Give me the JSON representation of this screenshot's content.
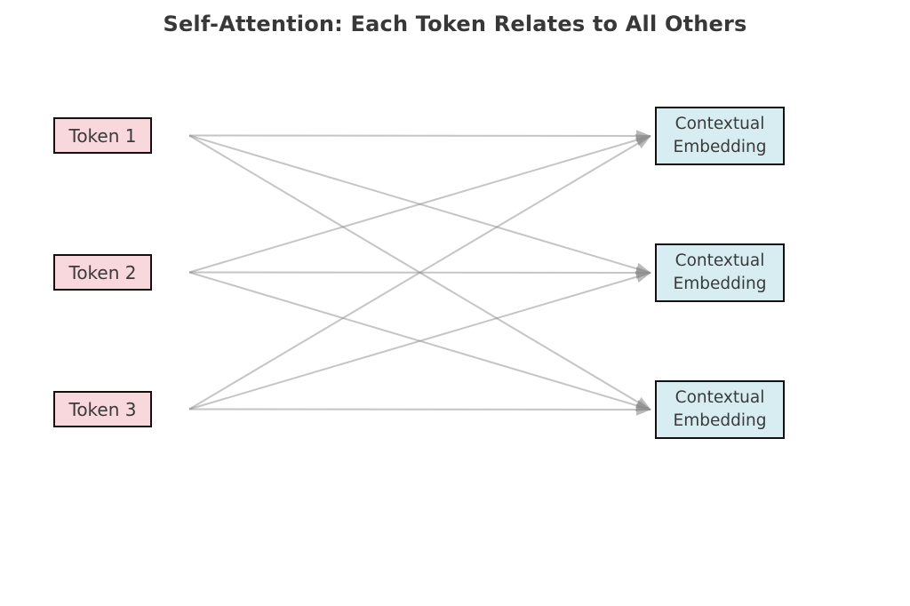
{
  "title": "Self-Attention: Each Token Relates to All Others",
  "colors": {
    "background": "#ffffff",
    "title_text": "#383838",
    "box_text": "#3a3a3a",
    "token_fill": "#f8d8dc",
    "token_border": "#111111",
    "embedding_fill": "#d8edf2",
    "embedding_border": "#111111",
    "arrow": "#8c8c8c"
  },
  "tokens": [
    {
      "label": "Token 1"
    },
    {
      "label": "Token 2"
    },
    {
      "label": "Token 3"
    }
  ],
  "embeddings": [
    {
      "line1": "Contextual",
      "line2": "Embedding"
    },
    {
      "line1": "Contextual",
      "line2": "Embedding"
    },
    {
      "line1": "Contextual",
      "line2": "Embedding"
    }
  ],
  "connections": [
    [
      0,
      0
    ],
    [
      0,
      1
    ],
    [
      0,
      2
    ],
    [
      1,
      0
    ],
    [
      1,
      1
    ],
    [
      1,
      2
    ],
    [
      2,
      0
    ],
    [
      2,
      1
    ],
    [
      2,
      2
    ]
  ]
}
